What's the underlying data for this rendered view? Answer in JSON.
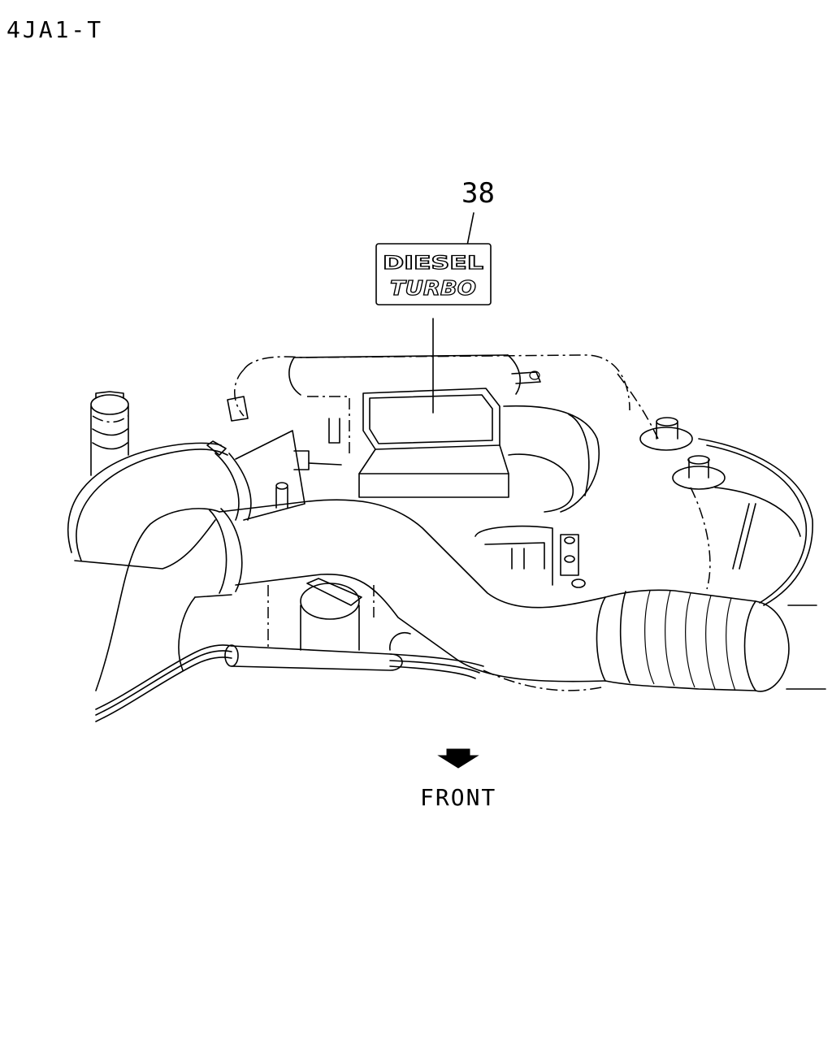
{
  "header": {
    "engine_code": "4JA1-T"
  },
  "callout": {
    "number": "38"
  },
  "emblem": {
    "line1": "DIESEL",
    "line2": "TURBO"
  },
  "orientation": {
    "label": "FRONT",
    "icon": "arrow-down-icon"
  },
  "colors": {
    "line": "#000000",
    "background": "#ffffff"
  }
}
